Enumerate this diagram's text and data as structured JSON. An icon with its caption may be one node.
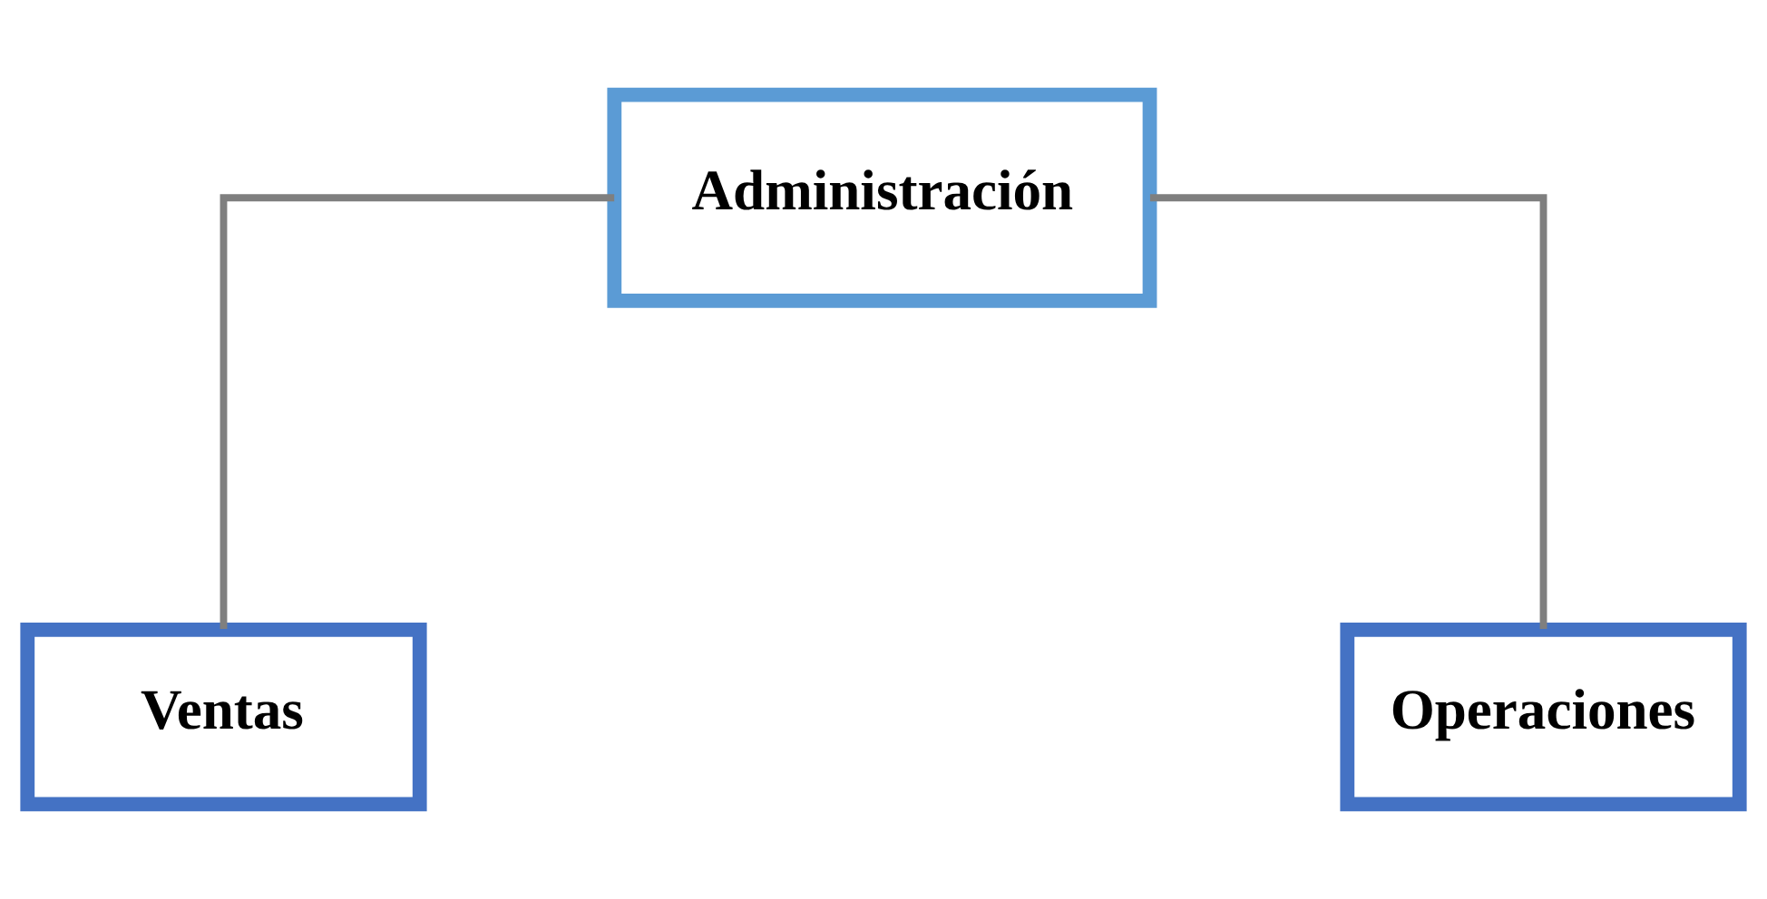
{
  "diagram": {
    "nodes": [
      {
        "text": [
          "Administración"
        ]
      },
      {
        "text": [
          "Ventas"
        ]
      },
      {
        "text": [
          "Operaciones"
        ]
      }
    ],
    "edges": [
      {
        "from": 0,
        "to": 1,
        "arrow": "none"
      },
      {
        "from": 0,
        "to": 2,
        "arrow": "none"
      }
    ]
  }
}
